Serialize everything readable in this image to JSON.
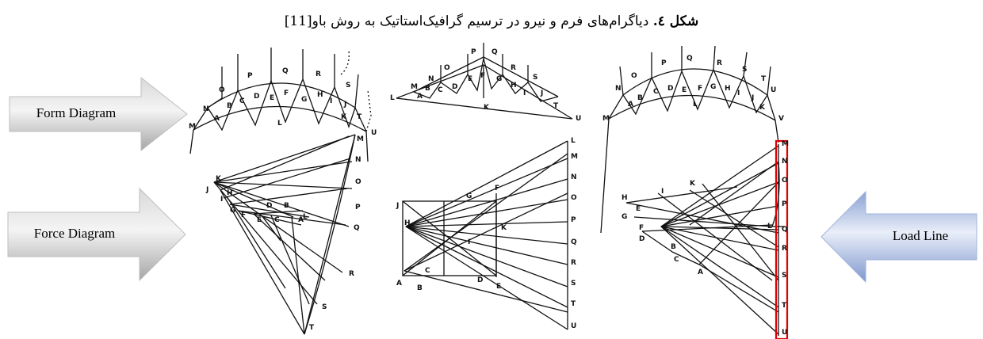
{
  "caption": {
    "label": "شکل ٤.",
    "text": "دیاگرام‌های فرم و نیرو در ترسیم گرافیک‌استاتیک به روش باو[11]"
  },
  "arrows": {
    "form": {
      "label": "Form Diagram",
      "direction": "right",
      "color": "#b3b3b3"
    },
    "force": {
      "label": "Force Diagram",
      "direction": "right",
      "color": "#b3b3b3"
    },
    "load": {
      "label": "Load Line",
      "direction": "left",
      "color": "#92a9d8"
    }
  },
  "highlight": {
    "color": "#e00000",
    "target": "load-line"
  },
  "figure": {
    "left_truss_labels": [
      "M",
      "N",
      "O",
      "P",
      "Q",
      "R",
      "S",
      "T",
      "U",
      "A",
      "B",
      "C",
      "D",
      "E",
      "F",
      "G",
      "H",
      "I",
      "J",
      "K",
      "L"
    ],
    "middle_truss_labels": [
      "L",
      "M",
      "N",
      "O",
      "P",
      "Q",
      "R",
      "S",
      "T",
      "U",
      "A",
      "B",
      "C",
      "D",
      "E",
      "F",
      "G",
      "H",
      "I",
      "J",
      "K"
    ],
    "right_truss_labels": [
      "M",
      "N",
      "O",
      "P",
      "Q",
      "R",
      "S",
      "T",
      "U",
      "V",
      "A",
      "B",
      "C",
      "D",
      "E",
      "F",
      "G",
      "H",
      "I",
      "J",
      "K",
      "L"
    ],
    "left_force_labels": [
      "K",
      "J",
      "I",
      "H",
      "G",
      "F",
      "E",
      "D",
      "C",
      "B",
      "A",
      "L",
      "M",
      "N",
      "O",
      "P",
      "Q",
      "R",
      "S",
      "T"
    ],
    "middle_force_labels": [
      "L",
      "M",
      "N",
      "O",
      "P",
      "Q",
      "R",
      "S",
      "T",
      "U",
      "J",
      "H",
      "G",
      "F",
      "K",
      "I",
      "C",
      "D",
      "A",
      "B",
      "E"
    ],
    "right_force_labels": [
      "M",
      "N",
      "O",
      "P",
      "Q",
      "R",
      "S",
      "T",
      "U",
      "K",
      "H",
      "G",
      "F",
      "E",
      "D",
      "C",
      "B",
      "A",
      "I",
      "L"
    ]
  }
}
